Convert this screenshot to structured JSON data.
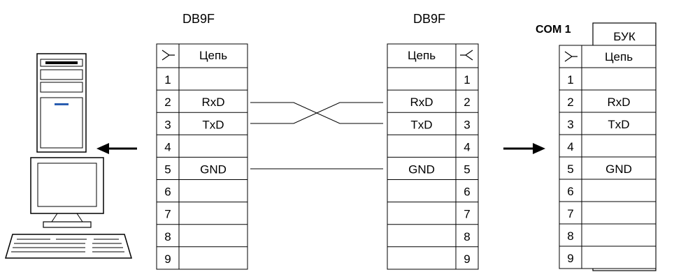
{
  "left_connector": {
    "title": "DB9F",
    "header": "Цепь",
    "pins": [
      "1",
      "2",
      "3",
      "4",
      "5",
      "6",
      "7",
      "8",
      "9"
    ],
    "signals": [
      "",
      "RxD",
      "TxD",
      "",
      "GND",
      "",
      "",
      "",
      ""
    ]
  },
  "right_connector": {
    "title": "DB9F",
    "header": "Цепь",
    "pins": [
      "1",
      "2",
      "3",
      "4",
      "5",
      "6",
      "7",
      "8",
      "9"
    ],
    "signals": [
      "",
      "RxD",
      "TxD",
      "",
      "GND",
      "",
      "",
      "",
      ""
    ]
  },
  "device": {
    "port_label": "COM 1",
    "device_label": "БУК",
    "header": "Цепь",
    "pins": [
      "1",
      "2",
      "3",
      "4",
      "5",
      "6",
      "7",
      "8",
      "9"
    ],
    "signals": [
      "",
      "RxD",
      "TxD",
      "",
      "GND",
      "",
      "",
      "",
      ""
    ]
  },
  "icons": {
    "computer": "computer-icon",
    "left_arrow": "arrow-left-icon",
    "right_arrow": "arrow-right-icon",
    "female_connector": "connector-female-icon"
  }
}
